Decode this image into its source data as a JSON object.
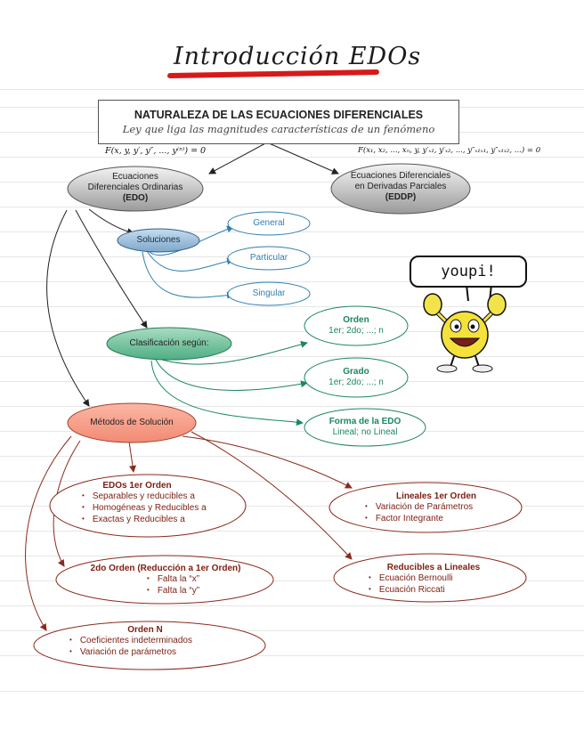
{
  "title": "Introducción EDOs",
  "header": {
    "title": "NATURALEZA DE LAS ECUACIONES DIFERENCIALES",
    "subtitle": "Ley que liga las magnitudes características de un fenómeno"
  },
  "formulas": {
    "edo": "F(x, y, y′, y″, ..., y⁽ⁿ⁾) = 0",
    "eddp": "F(x₁, x₂, ..., xₙ, y, y′ₓ₁, y′ₓ₂, ..., y″ₓ₁ₓ₁, y″ₓ₁ₓ₂, ...) = 0"
  },
  "nodes": {
    "edo": {
      "line1": "Ecuaciones",
      "line2": "Diferenciales Ordinarias",
      "abbr": "(EDO)"
    },
    "eddp": {
      "line1": "Ecuaciones Diferenciales",
      "line2": "en Derivadas Parciales",
      "abbr": "(EDDP)"
    },
    "soluciones": "Soluciones",
    "general": "General",
    "particular": "Particular",
    "singular": "Singular",
    "clasificacion": "Clasificación según:",
    "orden": {
      "title": "Orden",
      "detail": "1er; 2do; ...; n"
    },
    "grado": {
      "title": "Grado",
      "detail": "1er; 2do; ...; n"
    },
    "forma": {
      "title": "Forma de la EDO",
      "detail": "Lineal; no Lineal"
    },
    "metodos": "Métodos de Solución",
    "edos1er": {
      "title": "EDOs 1er Orden",
      "items": [
        "Separables y reducibles a",
        "Homogéneas y Reducibles a",
        "Exactas y Reducibles a"
      ]
    },
    "lineales1er": {
      "title": "Lineales 1er Orden",
      "items": [
        "Variación de Parámetros",
        "Factor Integrante"
      ]
    },
    "orden2": {
      "title": "2do Orden (Reducción a 1er Orden)",
      "items": [
        "Falta la “x”",
        "Falta la “y”"
      ]
    },
    "reducibles": {
      "title": "Reducibles a Lineales",
      "items": [
        "Ecuación Bernoulli",
        "Ecuación Riccati"
      ]
    },
    "ordenN": {
      "title": "Orden N",
      "items": [
        "Coeficientes indeterminados",
        "Variación de parámetros"
      ]
    }
  },
  "mascot": {
    "speech": "youpi!",
    "icon": "smiley-arms-up-icon"
  },
  "colors": {
    "teal": "#1b8566",
    "blue": "#2f7fb0",
    "maroon": "#8a2a1d",
    "accent_red": "#d61a1a"
  }
}
